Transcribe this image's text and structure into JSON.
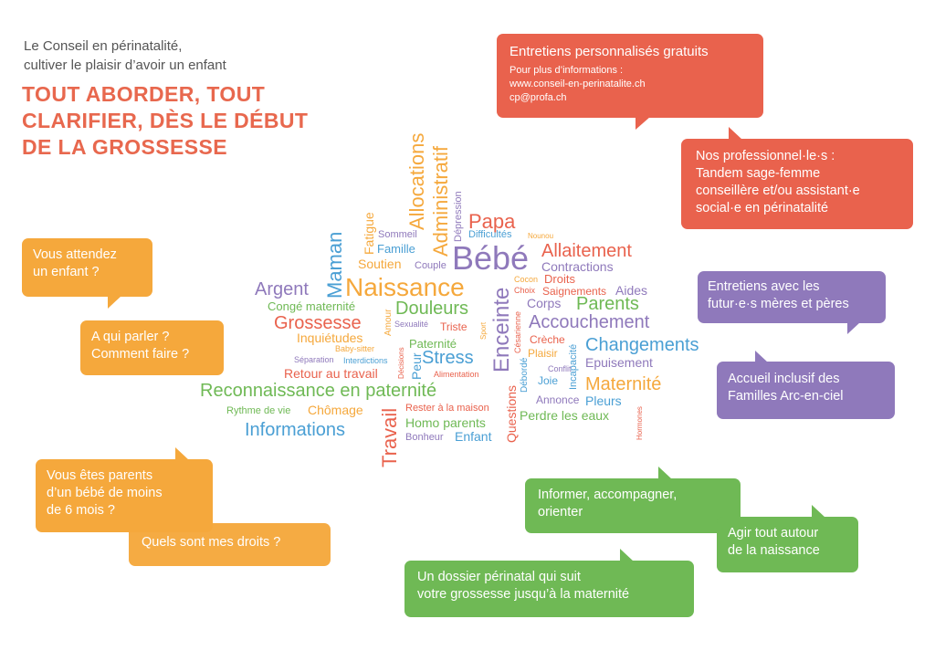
{
  "intro": {
    "line1": "Le Conseil en périnatalité,",
    "line2": "cultiver le plaisir d’avoir un enfant"
  },
  "headline": {
    "line1": "TOUT ABORDER, TOUT",
    "line2": "CLARIFIER, DÈS LE DÉBUT",
    "line3": "DE LA GROSSESSE"
  },
  "bubbles": {
    "entretiens": {
      "title": "Entretiens personnalisés gratuits",
      "info_label": "Pour plus d’informations :",
      "website": "www.conseil-en-perinatalite.ch",
      "email": "cp@profa.ch"
    },
    "professionnels": {
      "line1": "Nos professionnel·le·s :",
      "line2": "Tandem sage-femme",
      "line3": "conseillère et/ou assistant·e",
      "line4": "social·e en périnatalité"
    },
    "attendez": {
      "line1": "Vous attendez",
      "line2": "un enfant ?"
    },
    "parler": {
      "line1": "A qui parler ?",
      "line2": "Comment faire ?"
    },
    "futurs": {
      "line1": "Entretiens avec les",
      "line2": "futur·e·s mères et pères"
    },
    "inclusif": {
      "line1": "Accueil inclusif des",
      "line2": "Familles Arc-en-ciel"
    },
    "parents_bebe": {
      "line1": "Vous êtes parents",
      "line2": "d’un bébé de moins",
      "line3": "de 6 mois ?"
    },
    "droits": {
      "line1": "Quels sont mes droits ?"
    },
    "informer": {
      "line1": "Informer, accompagner,",
      "line2": "orienter"
    },
    "agir": {
      "line1": "Agir tout autour",
      "line2": "de la naissance"
    },
    "dossier": {
      "line1": "Un dossier périnatal qui suit",
      "line2": "votre grossesse jusqu’à la maternité"
    }
  },
  "colors": {
    "red": "#e9624d",
    "orange": "#f5a83c",
    "purple": "#8f79bb",
    "green": "#6fb955",
    "blue": "#4a9fd4",
    "headline": "#e8684e",
    "text_gray": "#555555"
  },
  "word_cloud": [
    "Allocations",
    "Administratif",
    "Dépression",
    "Fatigue",
    "Sommeil",
    "Difficultés",
    "Nounou",
    "Papa",
    "Maman",
    "Famille",
    "Bébé",
    "Allaitement",
    "Soutien",
    "Couple",
    "Contractions",
    "Argent",
    "Naissance",
    "Cocon",
    "Droits",
    "Choix",
    "Saignements",
    "Aides",
    "Congé maternité",
    "Enceinte",
    "Corps",
    "Parents",
    "Douleurs",
    "Grossesse",
    "Amour",
    "Sexualité",
    "Triste",
    "Césarienne",
    "Accouchement",
    "Inquiétudes",
    "Paternité",
    "Sport",
    "Crèche",
    "Baby-sitter",
    "Stress",
    "Plaisir",
    "Incapacité",
    "Changements",
    "Séparation",
    "Interdictions",
    "Décisions",
    "Peur",
    "Epuisement",
    "Retour au travail",
    "Alimentation",
    "Débordé",
    "Conflit",
    "Joie",
    "Questions",
    "Maternité",
    "Reconnaissance en paternité",
    "Annonce",
    "Pleurs",
    "Rythme de vie",
    "Chômage",
    "Rester à la maison",
    "Travail",
    "Hormones",
    "Homo parents",
    "Perdre les eaux",
    "Informations",
    "Bonheur",
    "Enfant"
  ]
}
